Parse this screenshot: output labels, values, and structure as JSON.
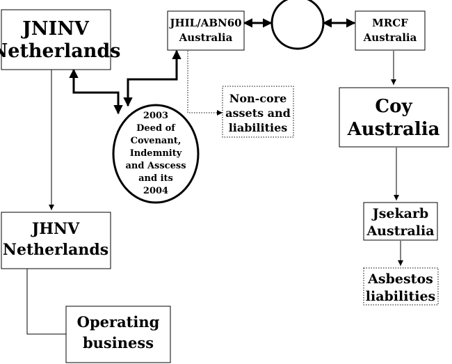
{
  "nodes": {
    "jninv": {
      "line1": "JNINV",
      "line2": "Netherlands"
    },
    "jhil": {
      "line1": "JHIL/ABN60",
      "line2": "Australia"
    },
    "center_circle": {
      "label": ""
    },
    "mrcf": {
      "line1": "MRCF",
      "line2": "Australia"
    },
    "non_core": {
      "line1": "Non-core",
      "line2": "assets and",
      "line3": "liabilities"
    },
    "deed": {
      "line1": "2003",
      "line2": "Deed of",
      "line3": "Covenant,",
      "line4": "Indemnity",
      "line5": "and Asscess",
      "line6": "and its",
      "line7": "2004"
    },
    "coy": {
      "line1": "Coy",
      "line2": "Australia"
    },
    "jhnv": {
      "line1": "JHNV",
      "line2": "Netherlands"
    },
    "jsekarb": {
      "line1": "Jsekarb",
      "line2": "Australia"
    },
    "asbestos": {
      "line1": "Asbestos",
      "line2": "liabilities"
    },
    "operating": {
      "line1": "Operating",
      "line2": "business"
    }
  }
}
